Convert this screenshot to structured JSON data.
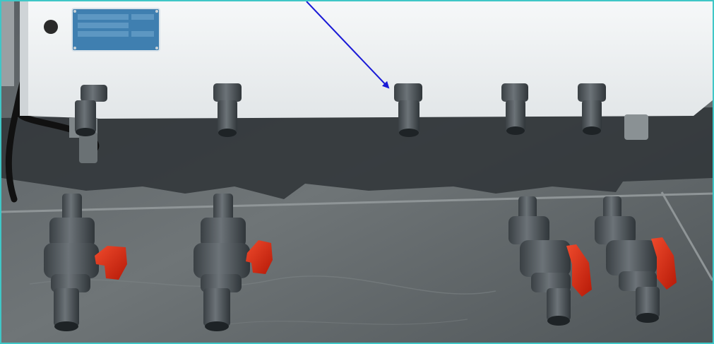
{
  "figure": {
    "subject": "photograph",
    "colors": {
      "frame_border": "#3fc7c7",
      "callout_arrow": "#1a1ad6",
      "cabinet": "#eef1f3",
      "floor_dark": "#4a4f52",
      "floor_light": "#6b7173",
      "pvc_grey": "#4d5459",
      "valve_handle": "#d82a14"
    },
    "icons": [
      "callout-arrow",
      "hose-barb-outlet",
      "ball-valve",
      "caster-wheel",
      "name-plate",
      "power-cable"
    ]
  },
  "nameplate": {
    "rows": [
      "",
      "",
      ""
    ],
    "footer": ""
  }
}
